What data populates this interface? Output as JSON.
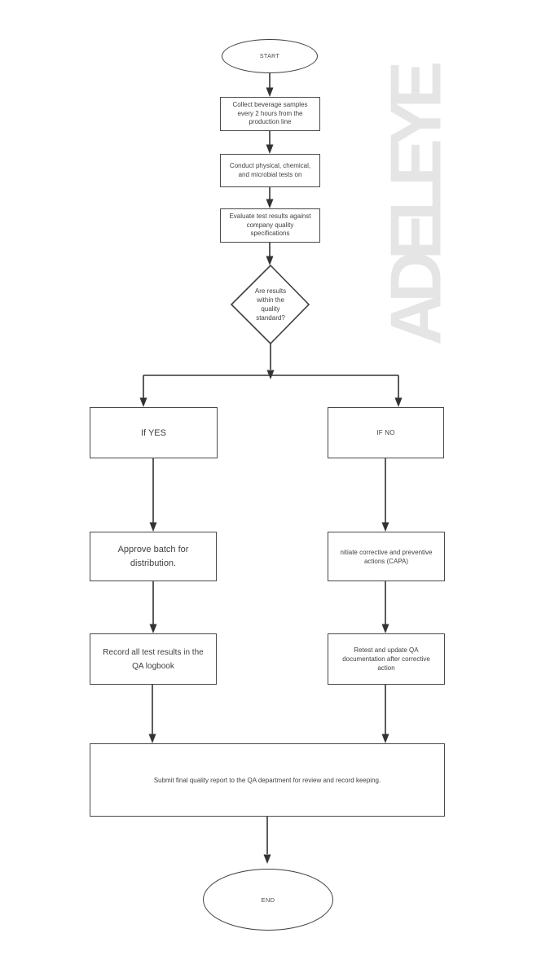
{
  "diagram": {
    "watermark": "ADELEYE",
    "colors": {
      "background": "#ffffff",
      "shape_border": "#4a4a4a",
      "connector": "#333333",
      "text": "#3f3f3f",
      "watermark": "#e5e5e5"
    },
    "nodes": {
      "start": {
        "type": "terminator",
        "label": "START"
      },
      "collect_samples": {
        "type": "process",
        "label": "Collect beverage samples\nevery 2 hours from the\nproduction line"
      },
      "conduct_tests": {
        "type": "process",
        "label": "Conduct physical, chemical,\nand microbial tests on"
      },
      "evaluate_results": {
        "type": "process",
        "label": "Evaluate test results against\ncompany quality\nspecifications"
      },
      "quality_decision": {
        "type": "decision",
        "label": "Are results\nwithin the\nquality\nstandard?"
      },
      "if_yes": {
        "type": "process",
        "label": "If YES"
      },
      "if_no": {
        "type": "process",
        "label": "IF NO"
      },
      "approve_batch": {
        "type": "process",
        "label": "Approve batch for\ndistribution."
      },
      "capa": {
        "type": "process",
        "label": "nitiate corrective and preventive\nactions (CAPA)"
      },
      "record_results": {
        "type": "process",
        "label": "Record all test results in the\nQA logbook"
      },
      "retest_update": {
        "type": "process",
        "label": "Retest and update QA\ndocumentation after corrective\naction"
      },
      "submit_report": {
        "type": "process",
        "label": "Submit final quality report to the QA department for review and record keeping."
      },
      "end": {
        "type": "terminator",
        "label": "END"
      }
    },
    "edges": [
      {
        "from": "start",
        "to": "collect_samples"
      },
      {
        "from": "collect_samples",
        "to": "conduct_tests"
      },
      {
        "from": "conduct_tests",
        "to": "evaluate_results"
      },
      {
        "from": "evaluate_results",
        "to": "quality_decision"
      },
      {
        "from": "quality_decision",
        "to": "if_yes"
      },
      {
        "from": "quality_decision",
        "to": "if_no"
      },
      {
        "from": "if_yes",
        "to": "approve_batch"
      },
      {
        "from": "if_no",
        "to": "capa"
      },
      {
        "from": "approve_batch",
        "to": "record_results"
      },
      {
        "from": "capa",
        "to": "retest_update"
      },
      {
        "from": "record_results",
        "to": "submit_report"
      },
      {
        "from": "retest_update",
        "to": "submit_report"
      },
      {
        "from": "submit_report",
        "to": "end"
      }
    ]
  }
}
